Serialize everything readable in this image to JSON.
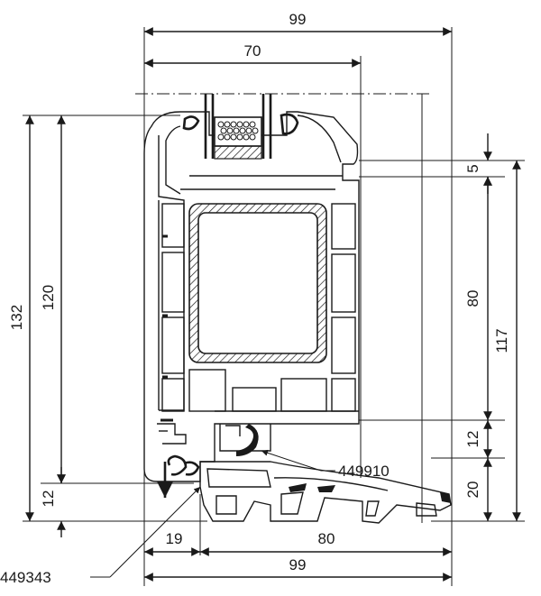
{
  "dimensions": {
    "top_overall": "99",
    "top_inner": "70",
    "left_outer": "132",
    "left_inner": "120",
    "left_bottom": "12",
    "right_5": "5",
    "right_80": "80",
    "right_117": "117",
    "right_12": "12",
    "right_20": "20",
    "bottom_19": "19",
    "bottom_80": "80",
    "bottom_99": "99"
  },
  "part_numbers": {
    "seal": "449910",
    "drain": "449343"
  }
}
